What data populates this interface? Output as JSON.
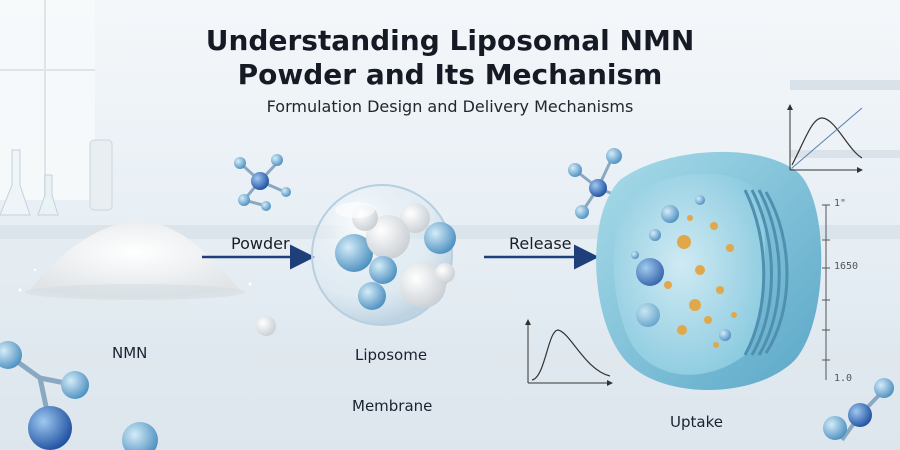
{
  "title_line1": "Understanding Liposomal NMN",
  "title_line2": "Powder and Its Mechanism",
  "subtitle": "Formulation Design and Delivery Mechanisms",
  "arrow_labels": {
    "first": "Powder",
    "second": "Release"
  },
  "stage_labels": {
    "nmn": "NMN",
    "liposome": "Liposome",
    "membrane": "Membrane",
    "uptake": "Uptake"
  },
  "scale_ticks": {
    "top": "1\"",
    "mid": "1650",
    "bottom": "1.0"
  },
  "colors": {
    "background": "#e8eff5",
    "arrow": "#1f3f7a",
    "cell": "#7cc3d9",
    "nanoparticle": "#e0a84a"
  }
}
